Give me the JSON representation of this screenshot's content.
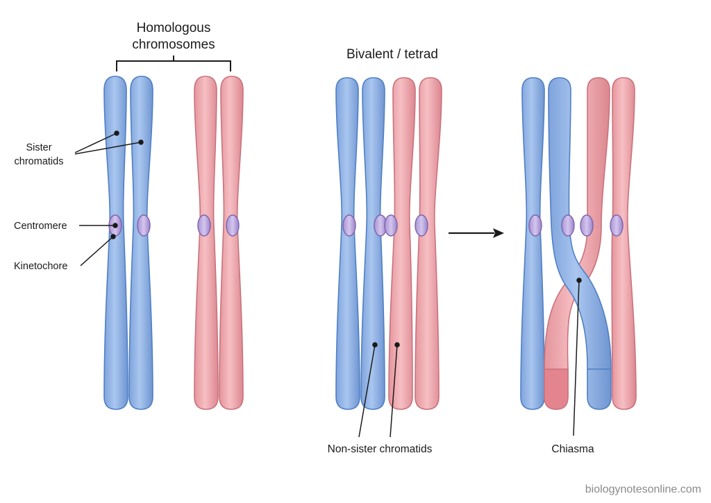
{
  "labels": {
    "homologous_line1": "Homologous",
    "homologous_line2": "chromosomes",
    "bivalent": "Bivalent / tetrad",
    "sister_line1": "Sister",
    "sister_line2": "chromatids",
    "centromere": "Centromere",
    "kinetochore": "Kinetochore",
    "non_sister": "Non-sister chromatids",
    "chiasma": "Chiasma"
  },
  "watermark": "biologynotesonline.com",
  "colors": {
    "blue_fill": "#8fb3e6",
    "blue_stroke": "#4f7fc4",
    "pink_fill": "#eea7ad",
    "pink_stroke": "#c9727c",
    "kinetochore_fill": "#b9a6dd",
    "kinetochore_stroke": "#7d63ad",
    "ink": "#1a1a1a"
  },
  "icons": {
    "arrow": "right-arrow-icon"
  }
}
